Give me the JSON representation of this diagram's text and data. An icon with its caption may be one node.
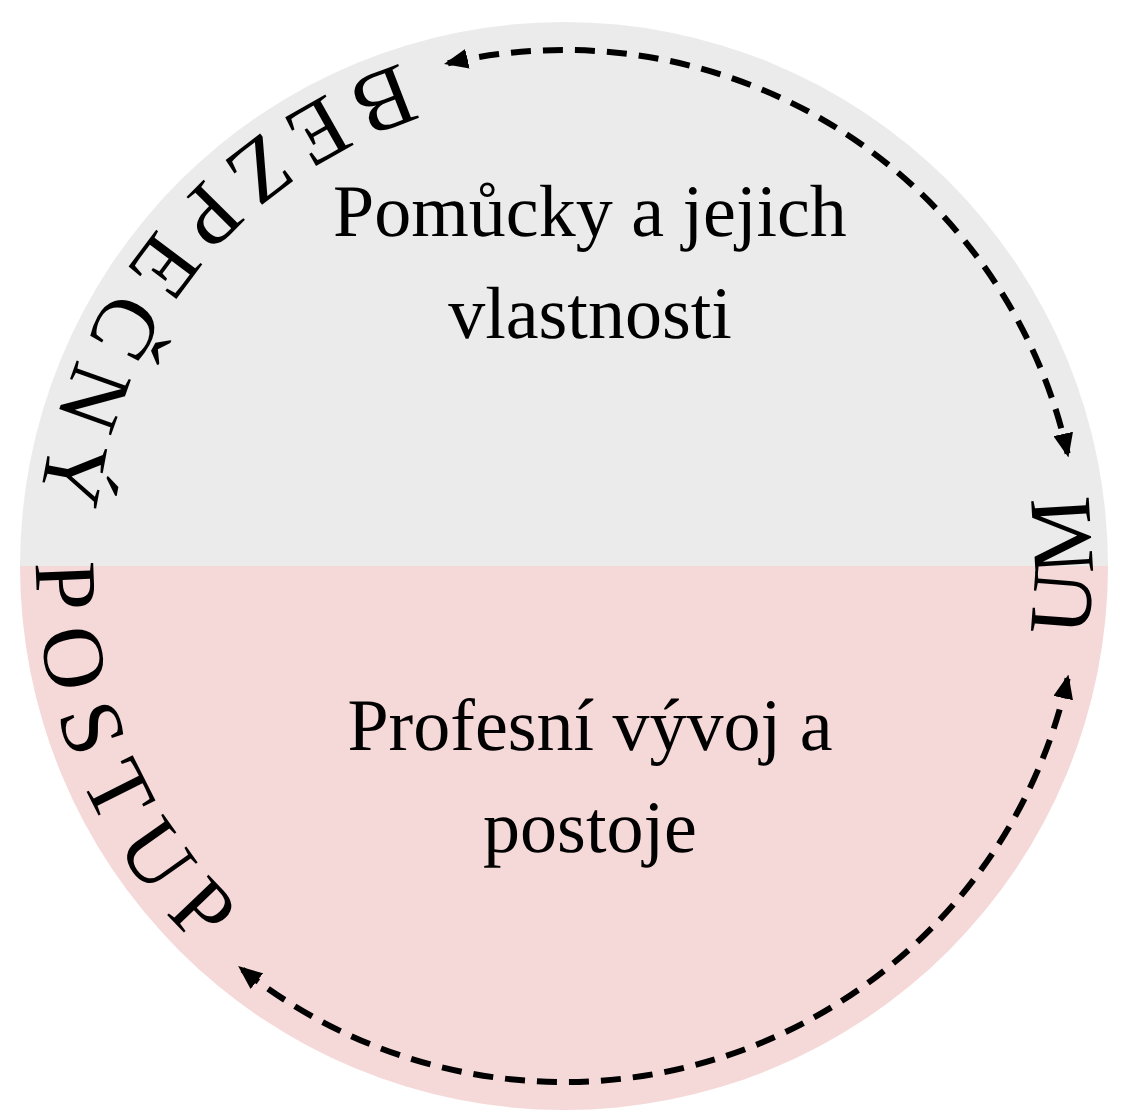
{
  "diagram": {
    "nodes": [
      {
        "text": [
          "Pomůcky a jejich vlastnosti"
        ]
      },
      {
        "text": [
          "Profesní vývoj a postoje"
        ]
      },
      {
        "text": [
          "BEZPEČNÝ POSTUP"
        ]
      },
      {
        "text": [
          "UM"
        ]
      }
    ],
    "edges": [
      {
        "from": 2,
        "to": 3,
        "arrow": "both",
        "style": "dashed"
      },
      {
        "from": 3,
        "to": 2,
        "arrow": "both",
        "style": "dashed"
      }
    ]
  }
}
